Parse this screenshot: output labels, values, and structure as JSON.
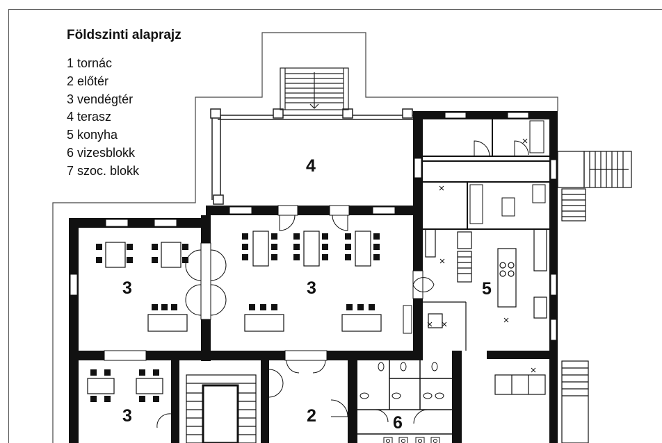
{
  "legend": {
    "title": "Földszinti alaprajz",
    "items": [
      "1 tornác",
      "2 előtér",
      "3 vendégtér",
      "4 terasz",
      "5 konyha",
      "6 vizesblokk",
      "7 szoc. blokk"
    ]
  },
  "room_labels": {
    "terasz": "4",
    "guest_left": "3",
    "guest_center": "3",
    "kitchen": "5",
    "guest_lower": "3",
    "foyer": "2",
    "wc": "6"
  }
}
